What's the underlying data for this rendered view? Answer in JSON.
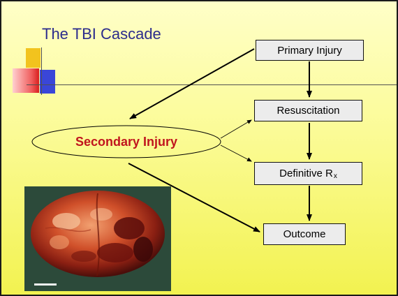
{
  "slide": {
    "title": "The TBI Cascade",
    "nodes": {
      "primary_injury": "Primary Injury",
      "resuscitation": "Resuscitation",
      "definitive_rx_main": "Definitive R",
      "definitive_rx_sub": "x",
      "outcome": "Outcome",
      "secondary_injury": "Secondary Injury"
    }
  },
  "colors": {
    "background": "#fbfb96",
    "title_text": "#2b2b8c",
    "secondary_text": "#c0141e",
    "box_fill": "#ececec"
  }
}
